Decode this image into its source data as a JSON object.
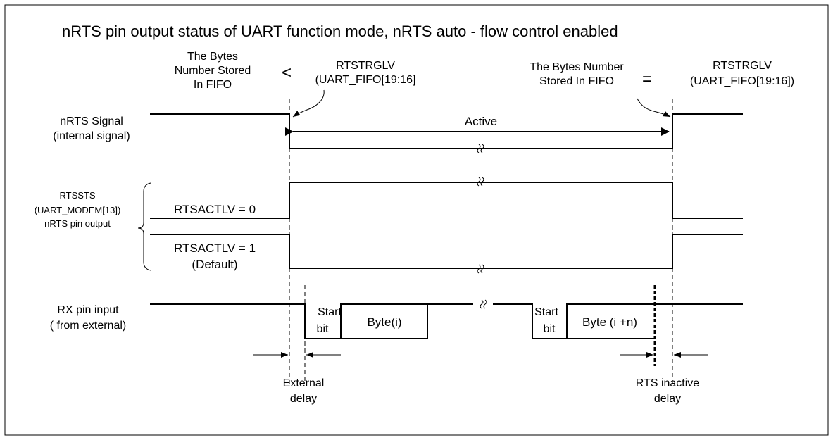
{
  "title": "nRTS pin output status of UART function mode,  nRTS auto - flow control enabled",
  "top_left": {
    "bytes_label_lines": [
      "The Bytes",
      "Number Stored",
      "In FIFO"
    ],
    "relation": "<",
    "threshold_lines": [
      "RTSTRGLV",
      "(UART_FIFO[19:16]"
    ]
  },
  "top_right": {
    "bytes_label_lines": [
      "The Bytes Number",
      "Stored In FIFO"
    ],
    "relation": "=",
    "threshold_lines": [
      "RTSTRGLV",
      "(UART_FIFO[19:16])"
    ]
  },
  "signals": {
    "nrts_label_lines": [
      "nRTS Signal",
      "(internal signal)"
    ],
    "active_label": "Active",
    "rtssts_label_lines": [
      "RTSSTS",
      "(UART_MODEM[13])",
      "nRTS pin output"
    ],
    "actlv0_label": "RTSACTLV = 0",
    "actlv1_label_lines": [
      "RTSACTLV = 1",
      "(Default)"
    ],
    "rx_label_lines": [
      "RX pin input",
      "( from external)"
    ]
  },
  "rx_frames": {
    "start_bit_lines": [
      "Start",
      "bit"
    ],
    "byte_i": "Byte(i)",
    "byte_in": "Byte (i +n)"
  },
  "delays": {
    "external_lines": [
      "External",
      "delay"
    ],
    "rts_inactive_lines": [
      "RTS inactive",
      "delay"
    ]
  }
}
